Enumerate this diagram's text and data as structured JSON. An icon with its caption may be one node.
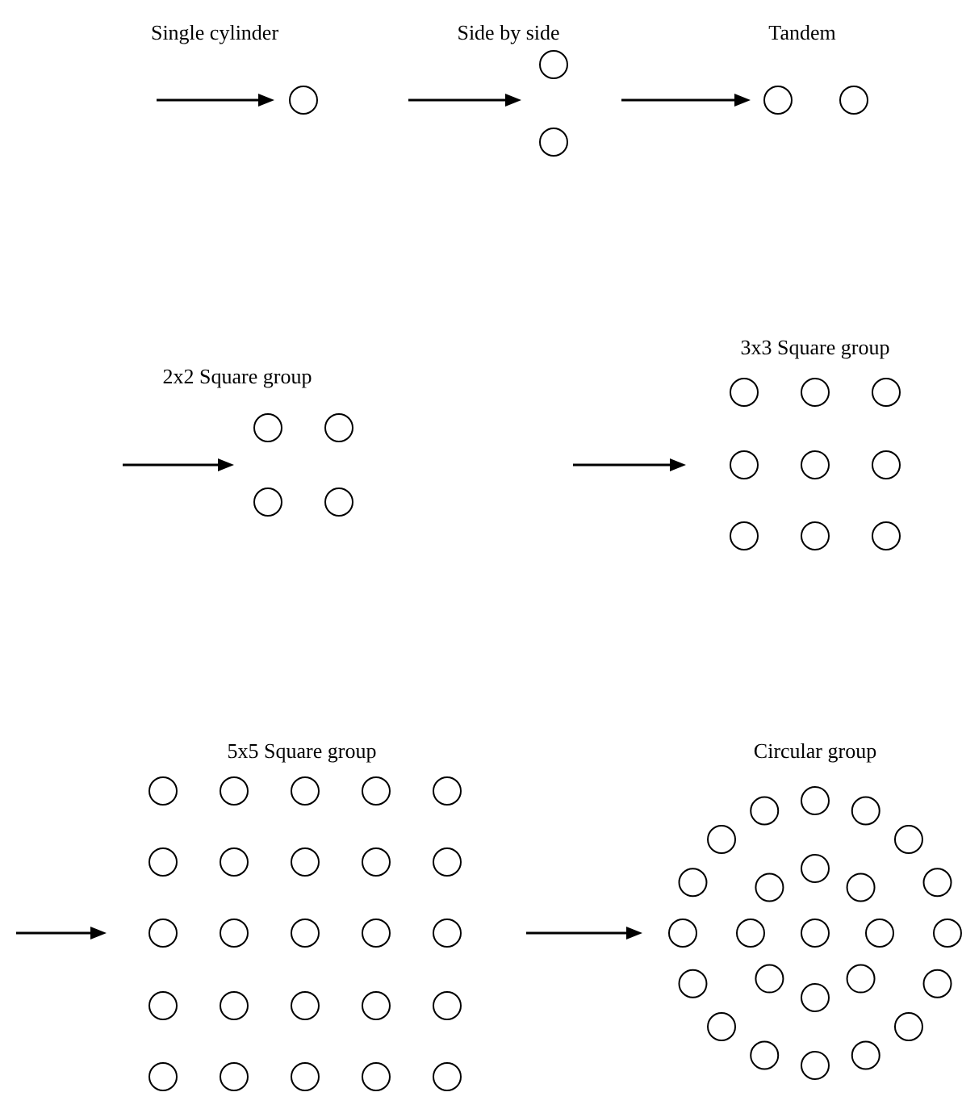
{
  "diagram": {
    "labels": [
      "Single cylinder",
      "Side by side",
      "Tandem",
      "2x2 Square group",
      "3x3 Square group",
      "5x5 Square group",
      "Circular group"
    ]
  }
}
